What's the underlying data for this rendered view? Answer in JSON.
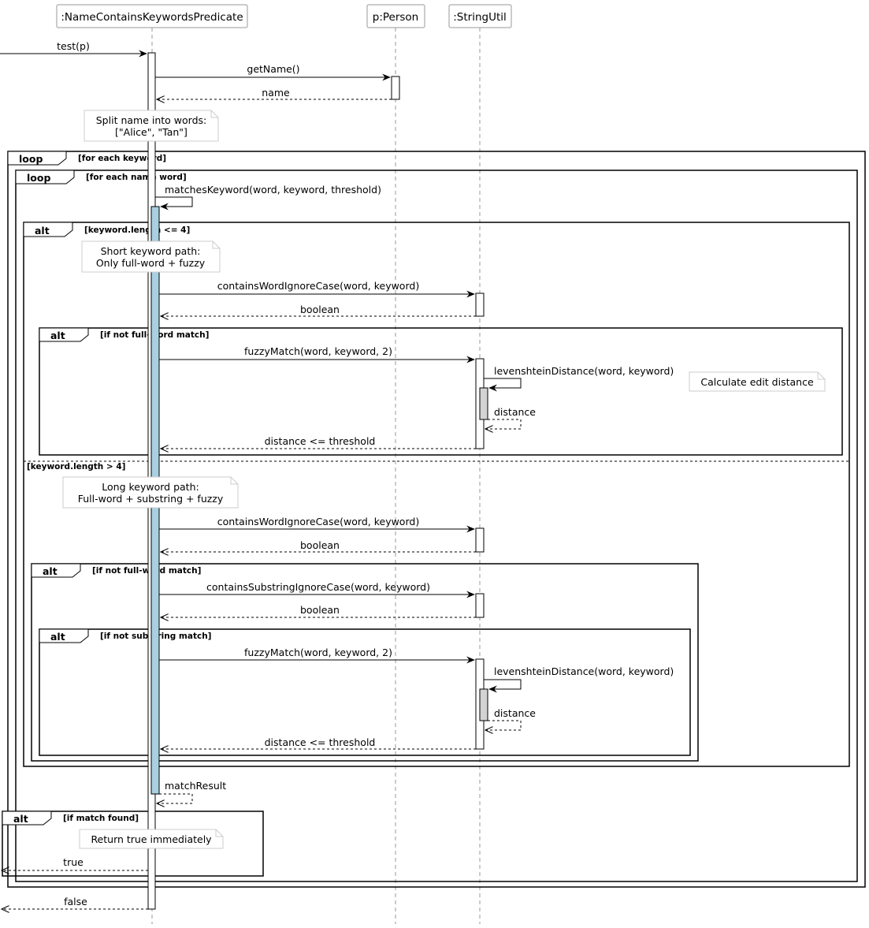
{
  "participants": [
    {
      "name": ":NameContainsKeywordsPredicate"
    },
    {
      "name": "p:Person"
    },
    {
      "name": ":StringUtil"
    }
  ],
  "messages": [
    "test(p)",
    "getName()",
    "name",
    "matchesKeyword(word, keyword, threshold)",
    "containsWordIgnoreCase(word, keyword)",
    "boolean",
    "fuzzyMatch(word, keyword, 2)",
    "levenshteinDistance(word, keyword)",
    "distance",
    "distance <= threshold",
    "containsWordIgnoreCase(word, keyword)",
    "boolean",
    "containsSubstringIgnoreCase(word, keyword)",
    "boolean",
    "fuzzyMatch(word, keyword, 2)",
    "levenshteinDistance(word, keyword)",
    "distance",
    "distance <= threshold",
    "matchResult",
    "true",
    "false"
  ],
  "notes": [
    [
      "Split name into words:",
      "[\"Alice\", \"Tan\"]"
    ],
    [
      "Short keyword path:",
      "Only full-word + fuzzy"
    ],
    [
      "Calculate edit distance"
    ],
    [
      "Long keyword path:",
      "Full-word + substring + fuzzy"
    ],
    [
      "Return true immediately"
    ]
  ],
  "fragments": [
    {
      "kind": "loop",
      "guard": "[for each keyword]"
    },
    {
      "kind": "loop",
      "guard": "[for each name word]"
    },
    {
      "kind": "alt",
      "guard": "[keyword.length <= 4]",
      "else_guard": "[keyword.length > 4]"
    },
    {
      "kind": "alt",
      "guard": "[if not full-word match]"
    },
    {
      "kind": "alt",
      "guard": "[if not full-word match]"
    },
    {
      "kind": "alt",
      "guard": "[if not substring match]"
    },
    {
      "kind": "alt",
      "guard": "[if match found]"
    }
  ]
}
